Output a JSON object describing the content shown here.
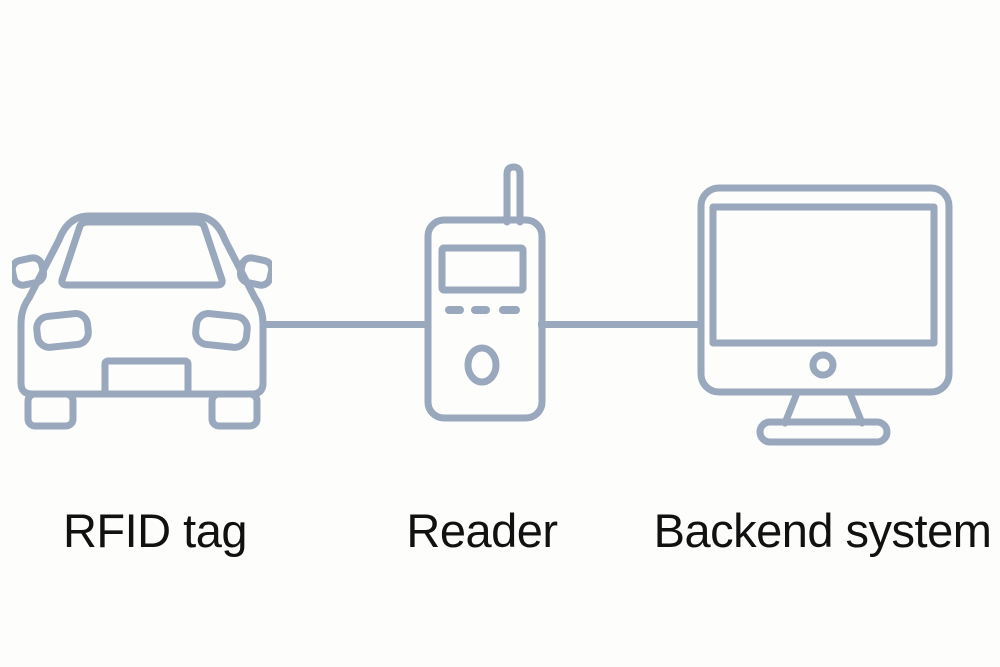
{
  "diagram": {
    "type": "flow",
    "nodes": [
      {
        "id": "rfid-tag",
        "label": "RFID tag",
        "icon": "car-icon"
      },
      {
        "id": "reader",
        "label": "Reader",
        "icon": "handheld-reader-icon"
      },
      {
        "id": "backend-system",
        "label": "Backend system",
        "icon": "computer-monitor-icon"
      }
    ],
    "connections": [
      {
        "from": "rfid-tag",
        "to": "reader"
      },
      {
        "from": "reader",
        "to": "backend-system"
      }
    ],
    "colors": {
      "icon_stroke": "#99a8bc",
      "label_text": "#111111",
      "background": "#fdfdfc"
    }
  }
}
